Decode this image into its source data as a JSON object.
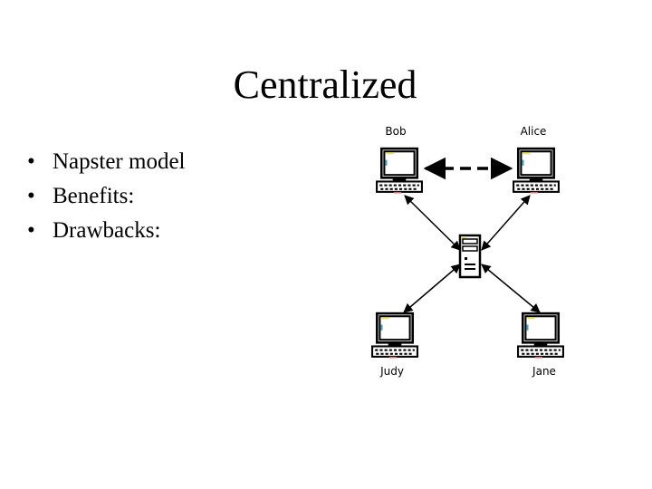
{
  "title": "Centralized",
  "bullets": [
    {
      "bullet": "•",
      "text": "Napster model"
    },
    {
      "bullet": "•",
      "text": "Benefits:"
    },
    {
      "bullet": "•",
      "text": "Drawbacks:"
    }
  ],
  "diagram": {
    "nodes": [
      {
        "id": "bob",
        "label": "Bob",
        "icon": "computer-icon"
      },
      {
        "id": "alice",
        "label": "Alice",
        "icon": "computer-icon"
      },
      {
        "id": "server",
        "label": "",
        "icon": "server-tower-icon"
      },
      {
        "id": "judy",
        "label": "Judy",
        "icon": "computer-icon"
      },
      {
        "id": "jane",
        "label": "Jane",
        "icon": "computer-icon"
      }
    ],
    "edges": [
      {
        "from": "bob",
        "to": "alice",
        "style": "dashed",
        "arrows": "both"
      },
      {
        "from": "bob",
        "to": "server",
        "style": "solid",
        "arrows": "both"
      },
      {
        "from": "alice",
        "to": "server",
        "style": "solid",
        "arrows": "both"
      },
      {
        "from": "judy",
        "to": "server",
        "style": "solid",
        "arrows": "both"
      },
      {
        "from": "jane",
        "to": "server",
        "style": "solid",
        "arrows": "both"
      }
    ]
  }
}
